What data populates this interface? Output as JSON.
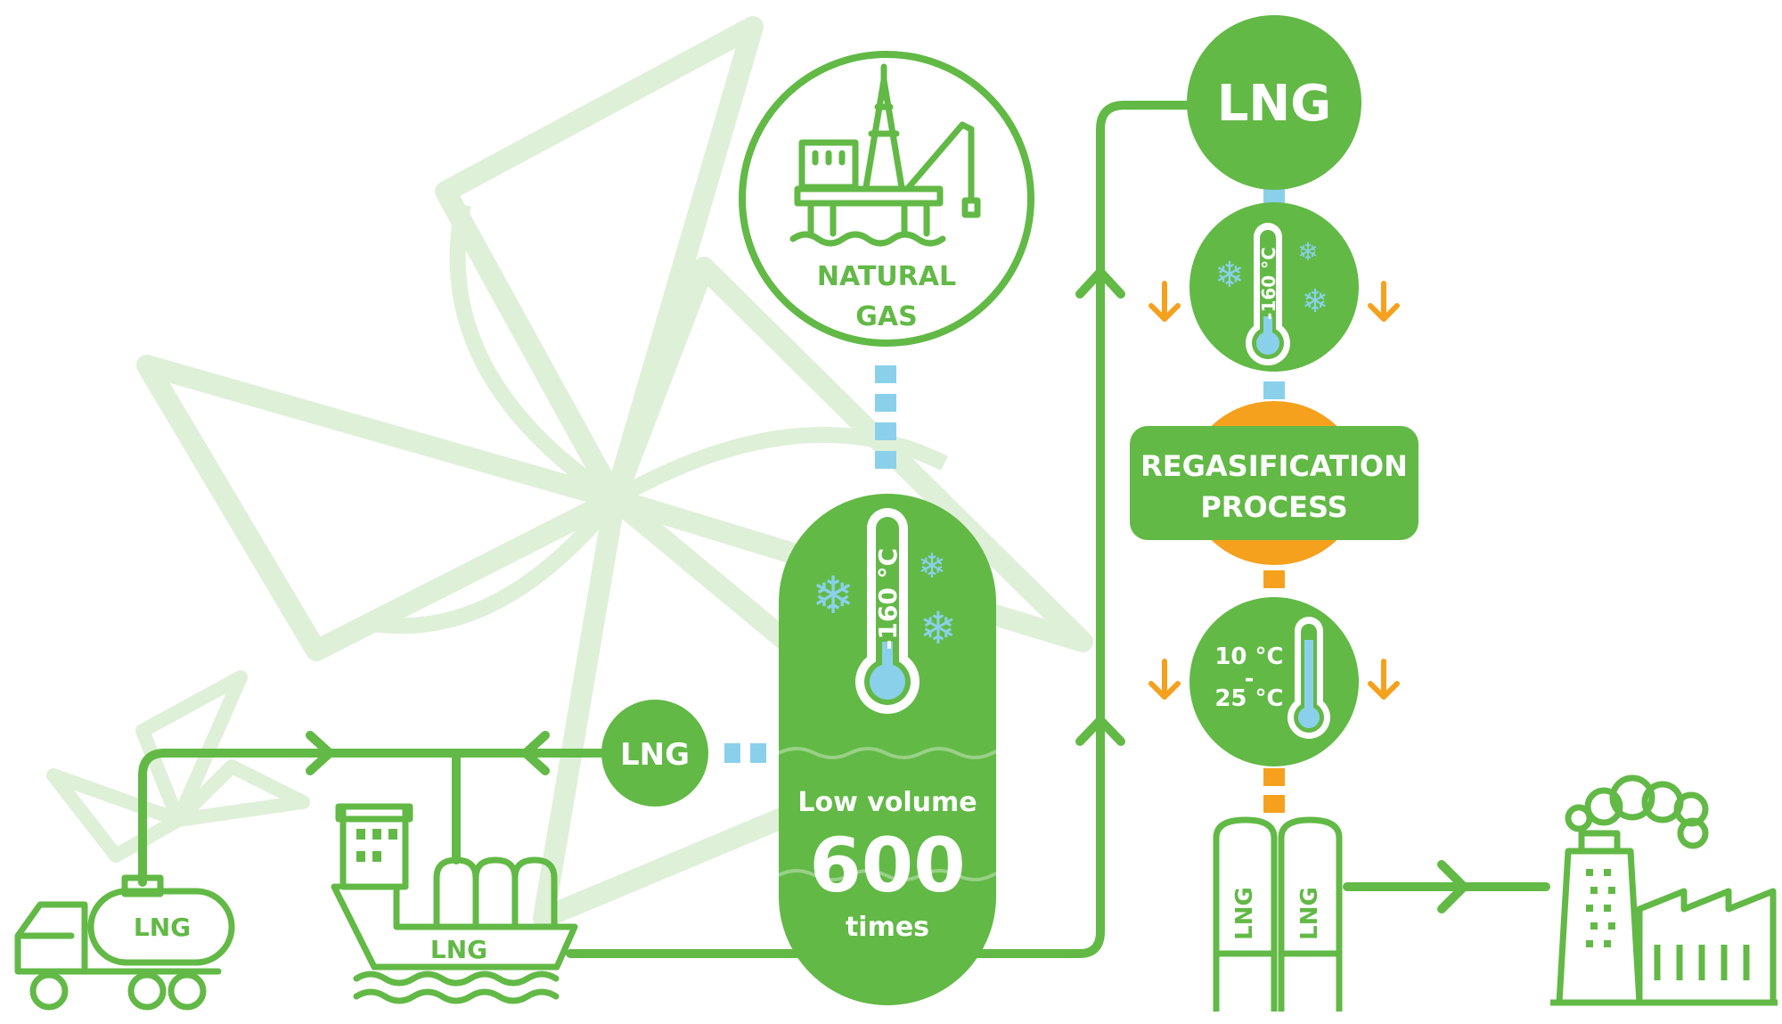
{
  "colors": {
    "green": "#62b946",
    "light_green": "#dff0d8",
    "blue": "#8bd0ea",
    "orange": "#f5a11e",
    "white": "#ffffff"
  },
  "labels": {
    "natural_gas_line1": "NATURAL",
    "natural_gas_line2": "GAS",
    "lng_top": "LNG",
    "lng_small": "LNG",
    "temp_tank": "-160 °C",
    "temp_cold": "-160 °C",
    "low_volume": "Low volume",
    "times_value": "600",
    "times_label": "times",
    "regas_line1": "REGASIFICATION",
    "regas_line2": "PROCESS",
    "temp_warm_1": "10 °C",
    "temp_dash": "-",
    "temp_warm_2": "25 °C",
    "truck_lng": "LNG",
    "ship_lng": "LNG",
    "storage_lng_1": "LNG",
    "storage_lng_2": "LNG"
  },
  "icons": [
    "oil-platform-icon",
    "thermometer-icon",
    "snowflake-icon",
    "down-arrow-icon",
    "tanker-truck-icon",
    "lng-ship-icon",
    "storage-tank-icon",
    "factory-icon",
    "windmill-logo-icon"
  ]
}
